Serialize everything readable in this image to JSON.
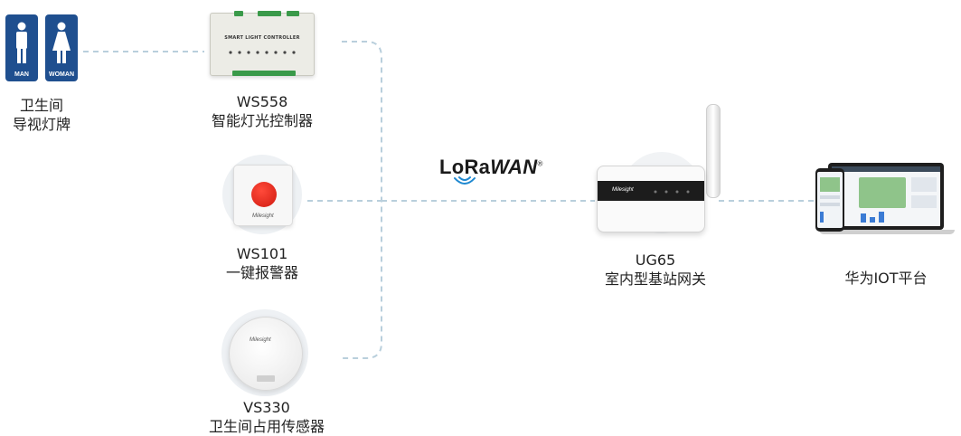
{
  "nodes": {
    "restroom_sign": {
      "line1": "卫生间",
      "line2": "导视灯牌",
      "man_text": "MAN",
      "woman_text": "WOMAN"
    },
    "ws558": {
      "model": "WS558",
      "desc": "智能灯光控制器",
      "panel_text": "SMART LIGHT CONTROLLER"
    },
    "ws101": {
      "model": "WS101",
      "desc": "一键报警器",
      "brand": "Milesight"
    },
    "vs330": {
      "model": "VS330",
      "desc": "卫生间占用传感器",
      "brand": "Milesight"
    },
    "ug65": {
      "model": "UG65",
      "desc": "室内型基站网关",
      "brand": "Milesight"
    },
    "platform": {
      "desc": "华为IOT平台"
    }
  },
  "protocol": {
    "lora": "LoRa",
    "wan": "WAN",
    "reg": "®"
  },
  "colors": {
    "sign_blue": "#1f4f8f",
    "wire": "#b9cfdc",
    "signal_blue": "#1e88d0"
  }
}
